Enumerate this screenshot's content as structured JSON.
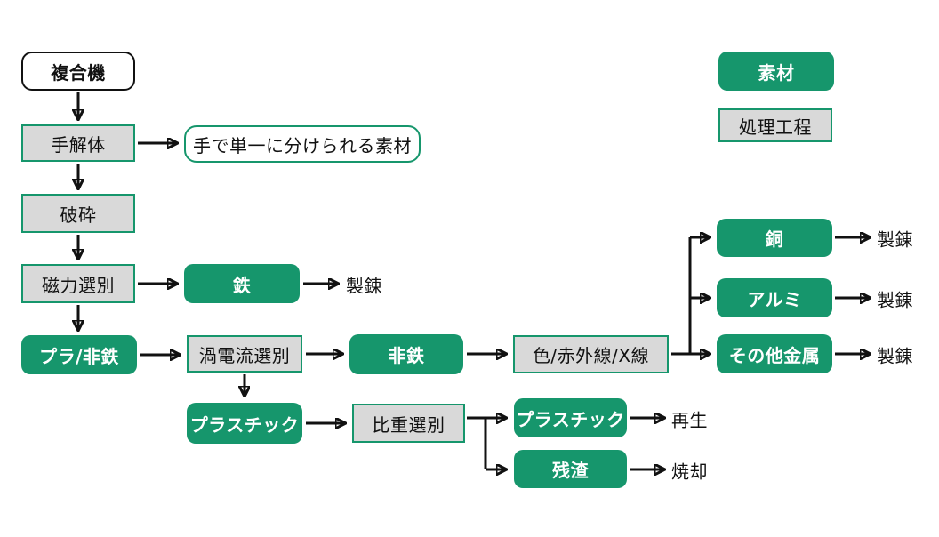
{
  "diagram": {
    "title_hint": "複合機リサイクル処理フロー",
    "colors": {
      "material_green": "#16966C",
      "process_gray": "#D9D9D9",
      "line_black": "#111111"
    }
  },
  "legend": {
    "material_label": "素材",
    "process_label": "処理工程"
  },
  "nodes": {
    "fukugoki": "複合機",
    "tekaitai": "手解体",
    "tede_sozai": "手で単一に分けられる素材",
    "hasai": "破砕",
    "jiryoku_senbetsu": "磁力選別",
    "tetsu": "鉄",
    "pla_hitetsu": "プラ/非鉄",
    "uzudenryu_senbetsu": "渦電流選別",
    "hitetsu": "非鉄",
    "iro_sekigaisen_xsen": "色/赤外線/X線",
    "dou": "銅",
    "arumi": "アルミ",
    "sonota_kinzoku": "その他金属",
    "plastic_sorted": "プラスチック",
    "hijuu_senbetsu": "比重選別",
    "plastic_output": "プラスチック",
    "zansa": "残渣"
  },
  "outputs": {
    "seiren_tetsu": "製錬",
    "seiren_dou": "製錬",
    "seiren_arumi": "製錬",
    "seiren_sonota": "製錬",
    "saisei": "再生",
    "shokyaku": "焼却"
  }
}
